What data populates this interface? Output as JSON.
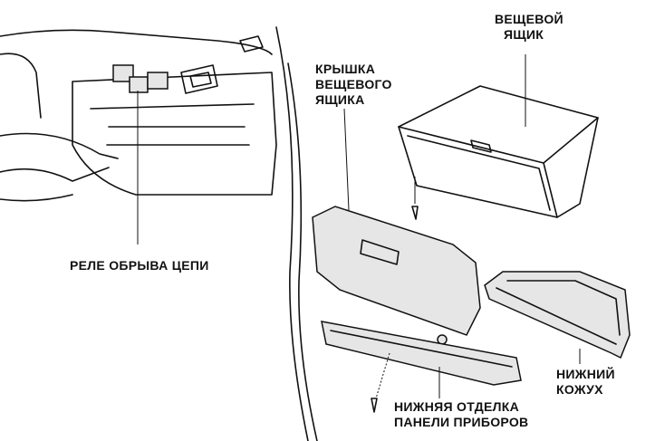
{
  "labels": {
    "glove_box": [
      "ВЕЩЕВОЙ",
      "ЯЩИК"
    ],
    "glove_box_lid": [
      "КРЫШКА",
      "ВЕЩЕВОГО",
      "ЯЩИКА"
    ],
    "relay": "РЕЛЕ ОБРЫВА ЦЕПИ",
    "lower_cover": [
      "НИЖНИЙ",
      "КОЖУХ"
    ],
    "lower_trim": [
      "НИЖНЯЯ ОТДЕЛКА",
      "ПАНЕЛИ ПРИБОРОВ"
    ]
  }
}
